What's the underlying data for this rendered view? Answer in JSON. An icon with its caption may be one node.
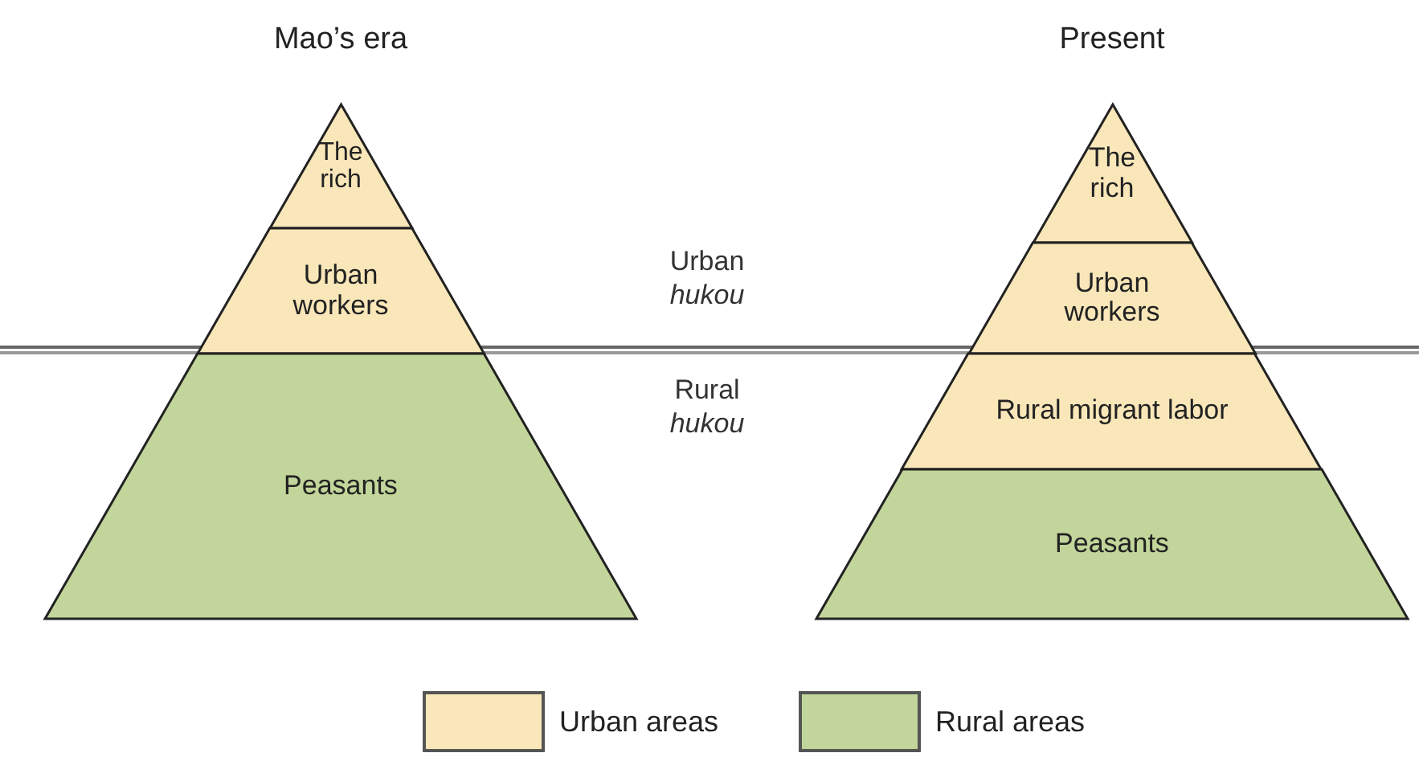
{
  "diagram": {
    "nodes": [
      {
        "text": [
          "Mao’s era"
        ]
      },
      {
        "text": [
          "The rich"
        ],
        "in": 0
      },
      {
        "text": [
          "Urban workers"
        ],
        "in": 0
      },
      {
        "text": [
          "Peasants"
        ],
        "in": 0
      },
      {
        "text": [
          "Present"
        ]
      },
      {
        "text": [
          "The rich"
        ],
        "in": 4
      },
      {
        "text": [
          "Urban workers"
        ],
        "in": 4
      },
      {
        "text": [
          "Rural migrant labor"
        ],
        "in": 4
      },
      {
        "text": [
          "Peasants"
        ],
        "in": 4
      }
    ],
    "labels": [
      "Urban *hukou*",
      "Rural *hukou*"
    ],
    "legend": [
      {
        "text": "Urban areas",
        "color": "#f9e7b9"
      },
      {
        "text": "Rural areas",
        "color": "#c2d59a"
      }
    ]
  }
}
